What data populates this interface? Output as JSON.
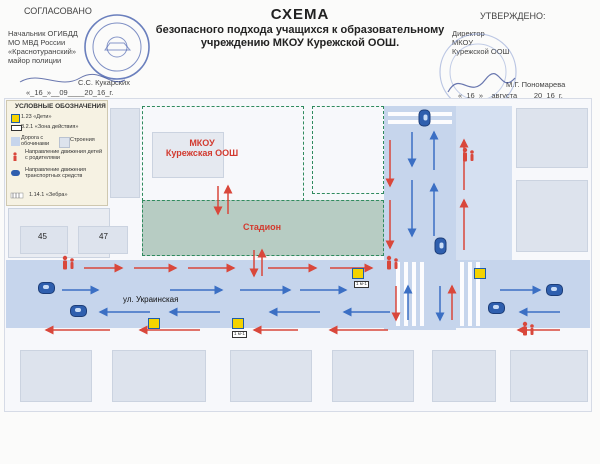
{
  "header": {
    "title": "СХЕМА",
    "subtitle_line1": "безопасного подхода учащихся к образовательному",
    "subtitle_line2": "учреждению МКОУ Курежской ООШ.",
    "approved_left": {
      "label": "СОГЛАСОВАНО",
      "line1": "Начальник ОГИБДД",
      "line2": "МО МВД России",
      "line3": "«Краснотуранский»",
      "line4": "майор полиции",
      "signer": "С.С. Кукарских",
      "date": "«_16_»__09____20_16_г."
    },
    "approved_right": {
      "label": "УТВЕРЖДЕНО:",
      "line1": "Директор",
      "line2": "МКОУ",
      "line3": "Курежской ООШ",
      "signer": "М.Г. Пономарева",
      "date": "«_16_»__августа____20_16_г."
    }
  },
  "legend": {
    "title": "УСЛОВНЫЕ ОБОЗНАЧЕНИЯ",
    "items": [
      {
        "label": "1.23 «Дети»"
      },
      {
        "label": "8.2.1 «Зона действия»"
      },
      {
        "label": "Дорога с обочинами"
      },
      {
        "label": "Строения"
      },
      {
        "label": "Направление движения детей с родителями"
      },
      {
        "label": "Направление движения транспортных средств"
      },
      {
        "label": "1.14.1 «Зебра»"
      }
    ]
  },
  "map": {
    "school_label_line1": "МКОУ",
    "school_label_line2": "Курежская ООШ",
    "stadium_label": "Стадион",
    "street_label": "ул. Украинская",
    "house_45": "45",
    "house_47": "47",
    "zone_sign_text": "1 м-1"
  },
  "colors": {
    "road": "#c6d5ec",
    "building": "#dde3ed",
    "stadium": "#b7ccc3",
    "school_border": "#2f8a5e",
    "kids_arrow": "#d9473b",
    "traffic_arrow": "#3b6fc4",
    "sign_yellow": "#f4d300",
    "stamp_blue": "#3a55a8"
  }
}
